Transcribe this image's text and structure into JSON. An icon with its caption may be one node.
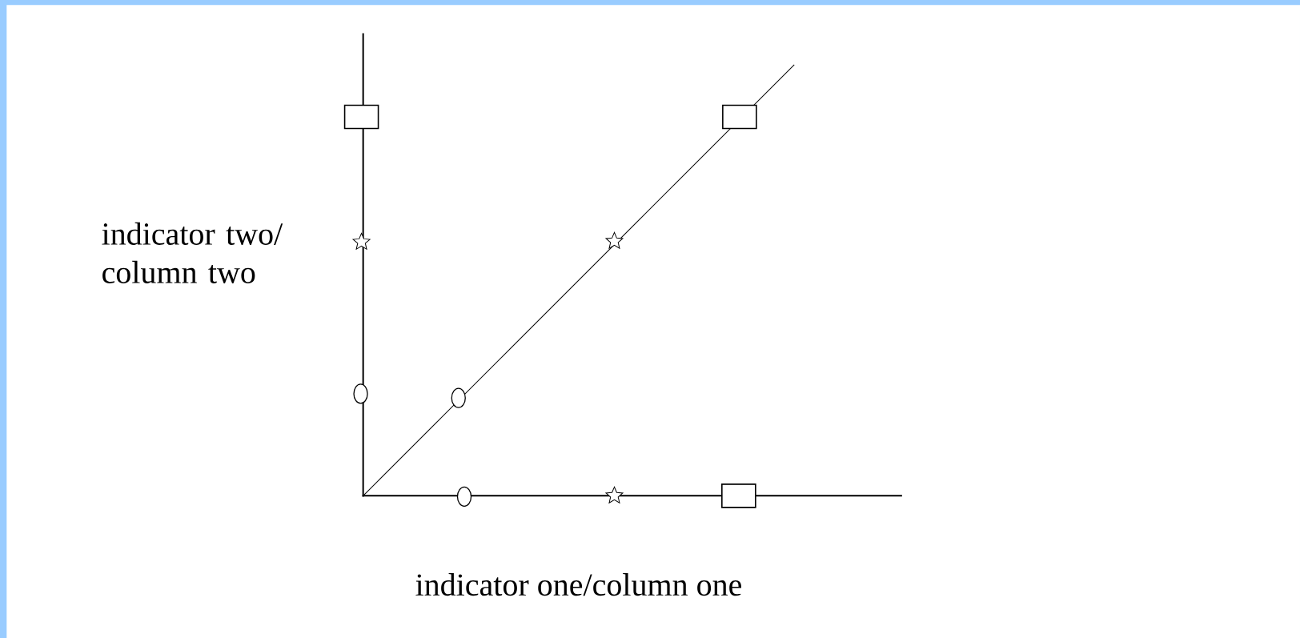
{
  "diagram": {
    "nodes": [
      {
        "text": [],
        "shape": "box"
      },
      {
        "text": [],
        "shape": "box"
      },
      {
        "text": [],
        "shape": "star"
      },
      {
        "text": [],
        "shape": "star"
      },
      {
        "text": [],
        "shape": "circle"
      },
      {
        "text": [],
        "shape": "circle"
      },
      {
        "text": [],
        "shape": "circle"
      },
      {
        "text": [],
        "shape": "star"
      },
      {
        "text": [],
        "shape": "box"
      }
    ],
    "labels": [
      "indicator two/ column two",
      "indicator one/column one"
    ]
  }
}
